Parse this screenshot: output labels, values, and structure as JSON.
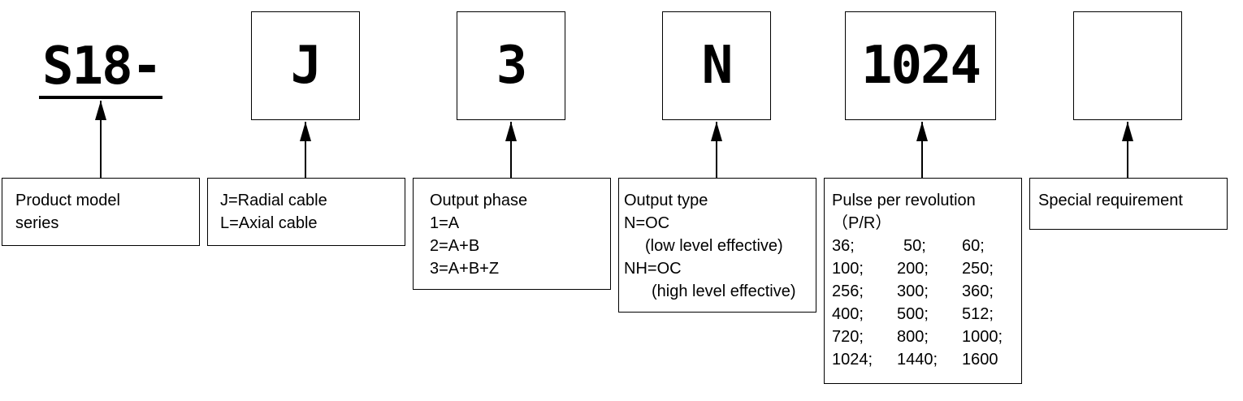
{
  "codes": {
    "series": "S18-",
    "cable": "J",
    "phase": "3",
    "output": "N",
    "ppr": "1024",
    "special": ""
  },
  "descriptions": {
    "series": [
      "Product model",
      "series"
    ],
    "cable": [
      "J=Radial cable",
      "L=Axial cable"
    ],
    "phase": {
      "title": "Output phase",
      "items": [
        "1=A",
        "2=A+B",
        "3=A+B+Z"
      ]
    },
    "output": {
      "title": "Output type",
      "lines": [
        "N=OC",
        "(low level effective)",
        "NH=OC",
        "(high level effective)"
      ]
    },
    "ppr": {
      "title": "Pulse per revolution",
      "unit": "（P/R）",
      "rows": [
        [
          "36;",
          "50;",
          "60;"
        ],
        [
          "100;",
          "200;",
          "250;"
        ],
        [
          "256;",
          "300;",
          "360;"
        ],
        [
          "400;",
          "500;",
          "512;"
        ],
        [
          "720;",
          "800;",
          "1000;"
        ],
        [
          "1024;",
          "1440;",
          "1600"
        ]
      ]
    },
    "special": "Special requirement"
  }
}
